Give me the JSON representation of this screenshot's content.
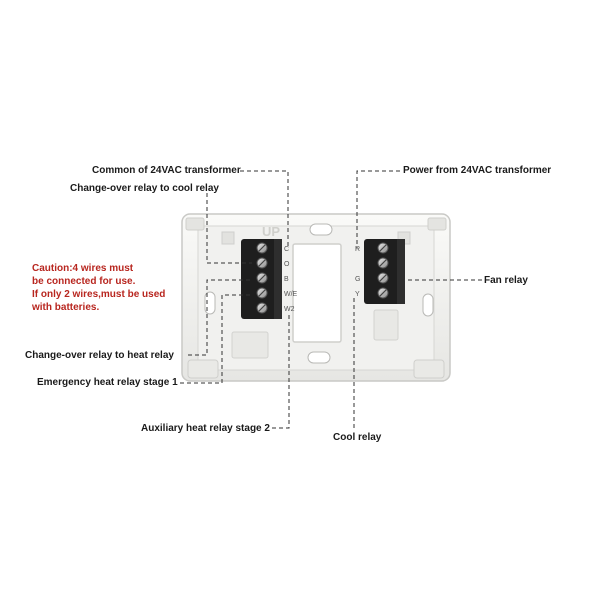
{
  "labels": {
    "common_24vac": "Common of 24VAC transformer",
    "changeover_cool": "Change-over relay to cool relay",
    "power_24vac": "Power from  24VAC transformer",
    "fan_relay": "Fan relay",
    "changeover_heat": "Change-over relay to heat relay",
    "emergency_heat": "Emergency heat relay stage 1",
    "aux_heat": "Auxiliary heat relay stage 2",
    "cool_relay": "Cool relay"
  },
  "caution": [
    "Caution:4 wires must",
    "be connected for use.",
    "If only 2 wires,must be used",
    "with batteries."
  ],
  "terminals_left": [
    "C",
    "O",
    "B",
    "W/E",
    "W2"
  ],
  "terminals_right": [
    "R",
    "G",
    "Y"
  ],
  "plate_marking": "UP",
  "colors": {
    "caution_text": "#b8261f",
    "label_text": "#1a1a1a",
    "plate": "#f3f3f1",
    "terminal_block": "#1e1e1e",
    "leader_line": "#333333"
  }
}
